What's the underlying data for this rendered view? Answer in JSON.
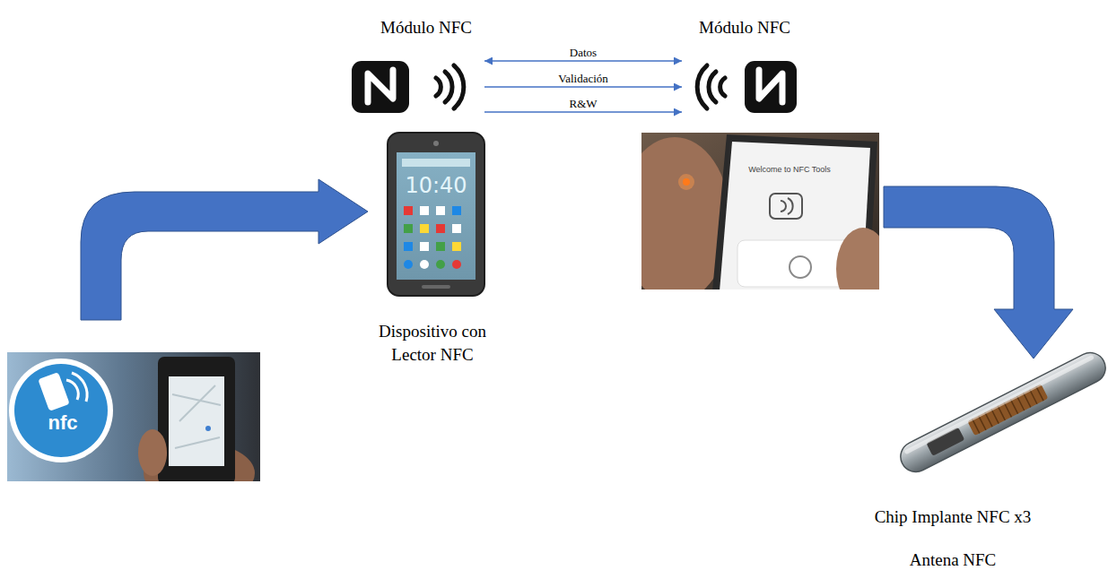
{
  "diagram": {
    "nodes": [
      {
        "text": [
          "Módulo NFC"
        ]
      },
      {
        "text": [
          "Módulo NFC"
        ]
      },
      {
        "text": [
          "Dispositivo con Lector NFC"
        ]
      },
      {
        "text": [
          "Chip Implante NFC x3",
          "Antena NFC"
        ]
      }
    ],
    "edges": [
      {
        "from": 0,
        "to": 1,
        "label": "Datos",
        "arrow": "both"
      },
      {
        "from": 0,
        "to": 1,
        "label": "Validación",
        "arrow": "to"
      },
      {
        "from": 0,
        "to": 1,
        "label": "R&W",
        "arrow": "to"
      }
    ],
    "labels": [
      "10:40",
      "nfc",
      "Welcome to NFC Tools"
    ]
  }
}
